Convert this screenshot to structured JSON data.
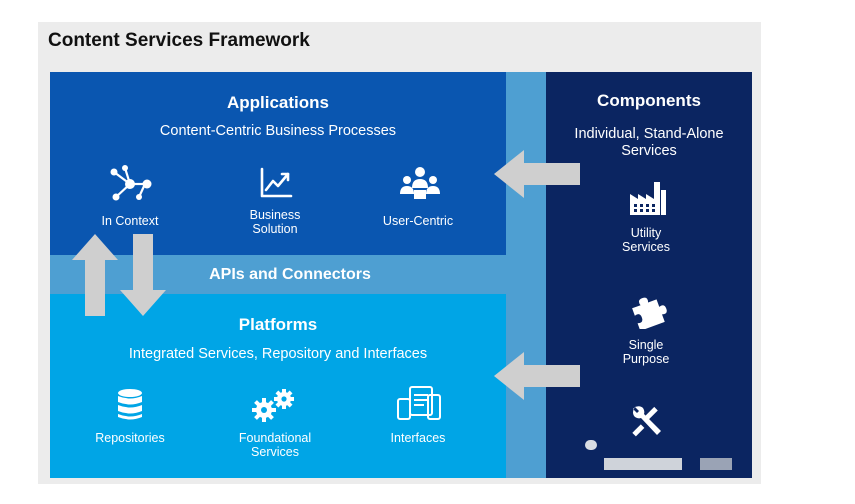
{
  "title": "Content Services Framework",
  "applications": {
    "heading": "Applications",
    "subheading": "Content-Centric Business Processes",
    "items": [
      {
        "label": "In Context",
        "icon": "network-nodes-icon"
      },
      {
        "label": "Business\nSolution",
        "icon": "line-chart-icon"
      },
      {
        "label": "User-Centric",
        "icon": "users-group-icon"
      }
    ]
  },
  "apis": {
    "label": "APIs and Connectors"
  },
  "platforms": {
    "heading": "Platforms",
    "subheading": "Integrated Services, Repository and Interfaces",
    "items": [
      {
        "label": "Repositories",
        "icon": "database-icon"
      },
      {
        "label": "Foundational\nServices",
        "icon": "gears-icon"
      },
      {
        "label": "Interfaces",
        "icon": "devices-icon"
      }
    ]
  },
  "components": {
    "heading": "Components",
    "subheading": "Individual, Stand-Alone\nServices",
    "items": [
      {
        "label": "Utility\nServices",
        "icon": "factory-icon"
      },
      {
        "label": "Single\nPurpose",
        "icon": "puzzle-piece-icon"
      },
      {
        "label": "",
        "icon": "wrench-screwdriver-icon"
      }
    ]
  },
  "colors": {
    "applications": "#0a56b0",
    "platforms": "#00a5e6",
    "components": "#0b2561",
    "connector": "#4e9fd2",
    "arrow": "#cfcfcf"
  }
}
